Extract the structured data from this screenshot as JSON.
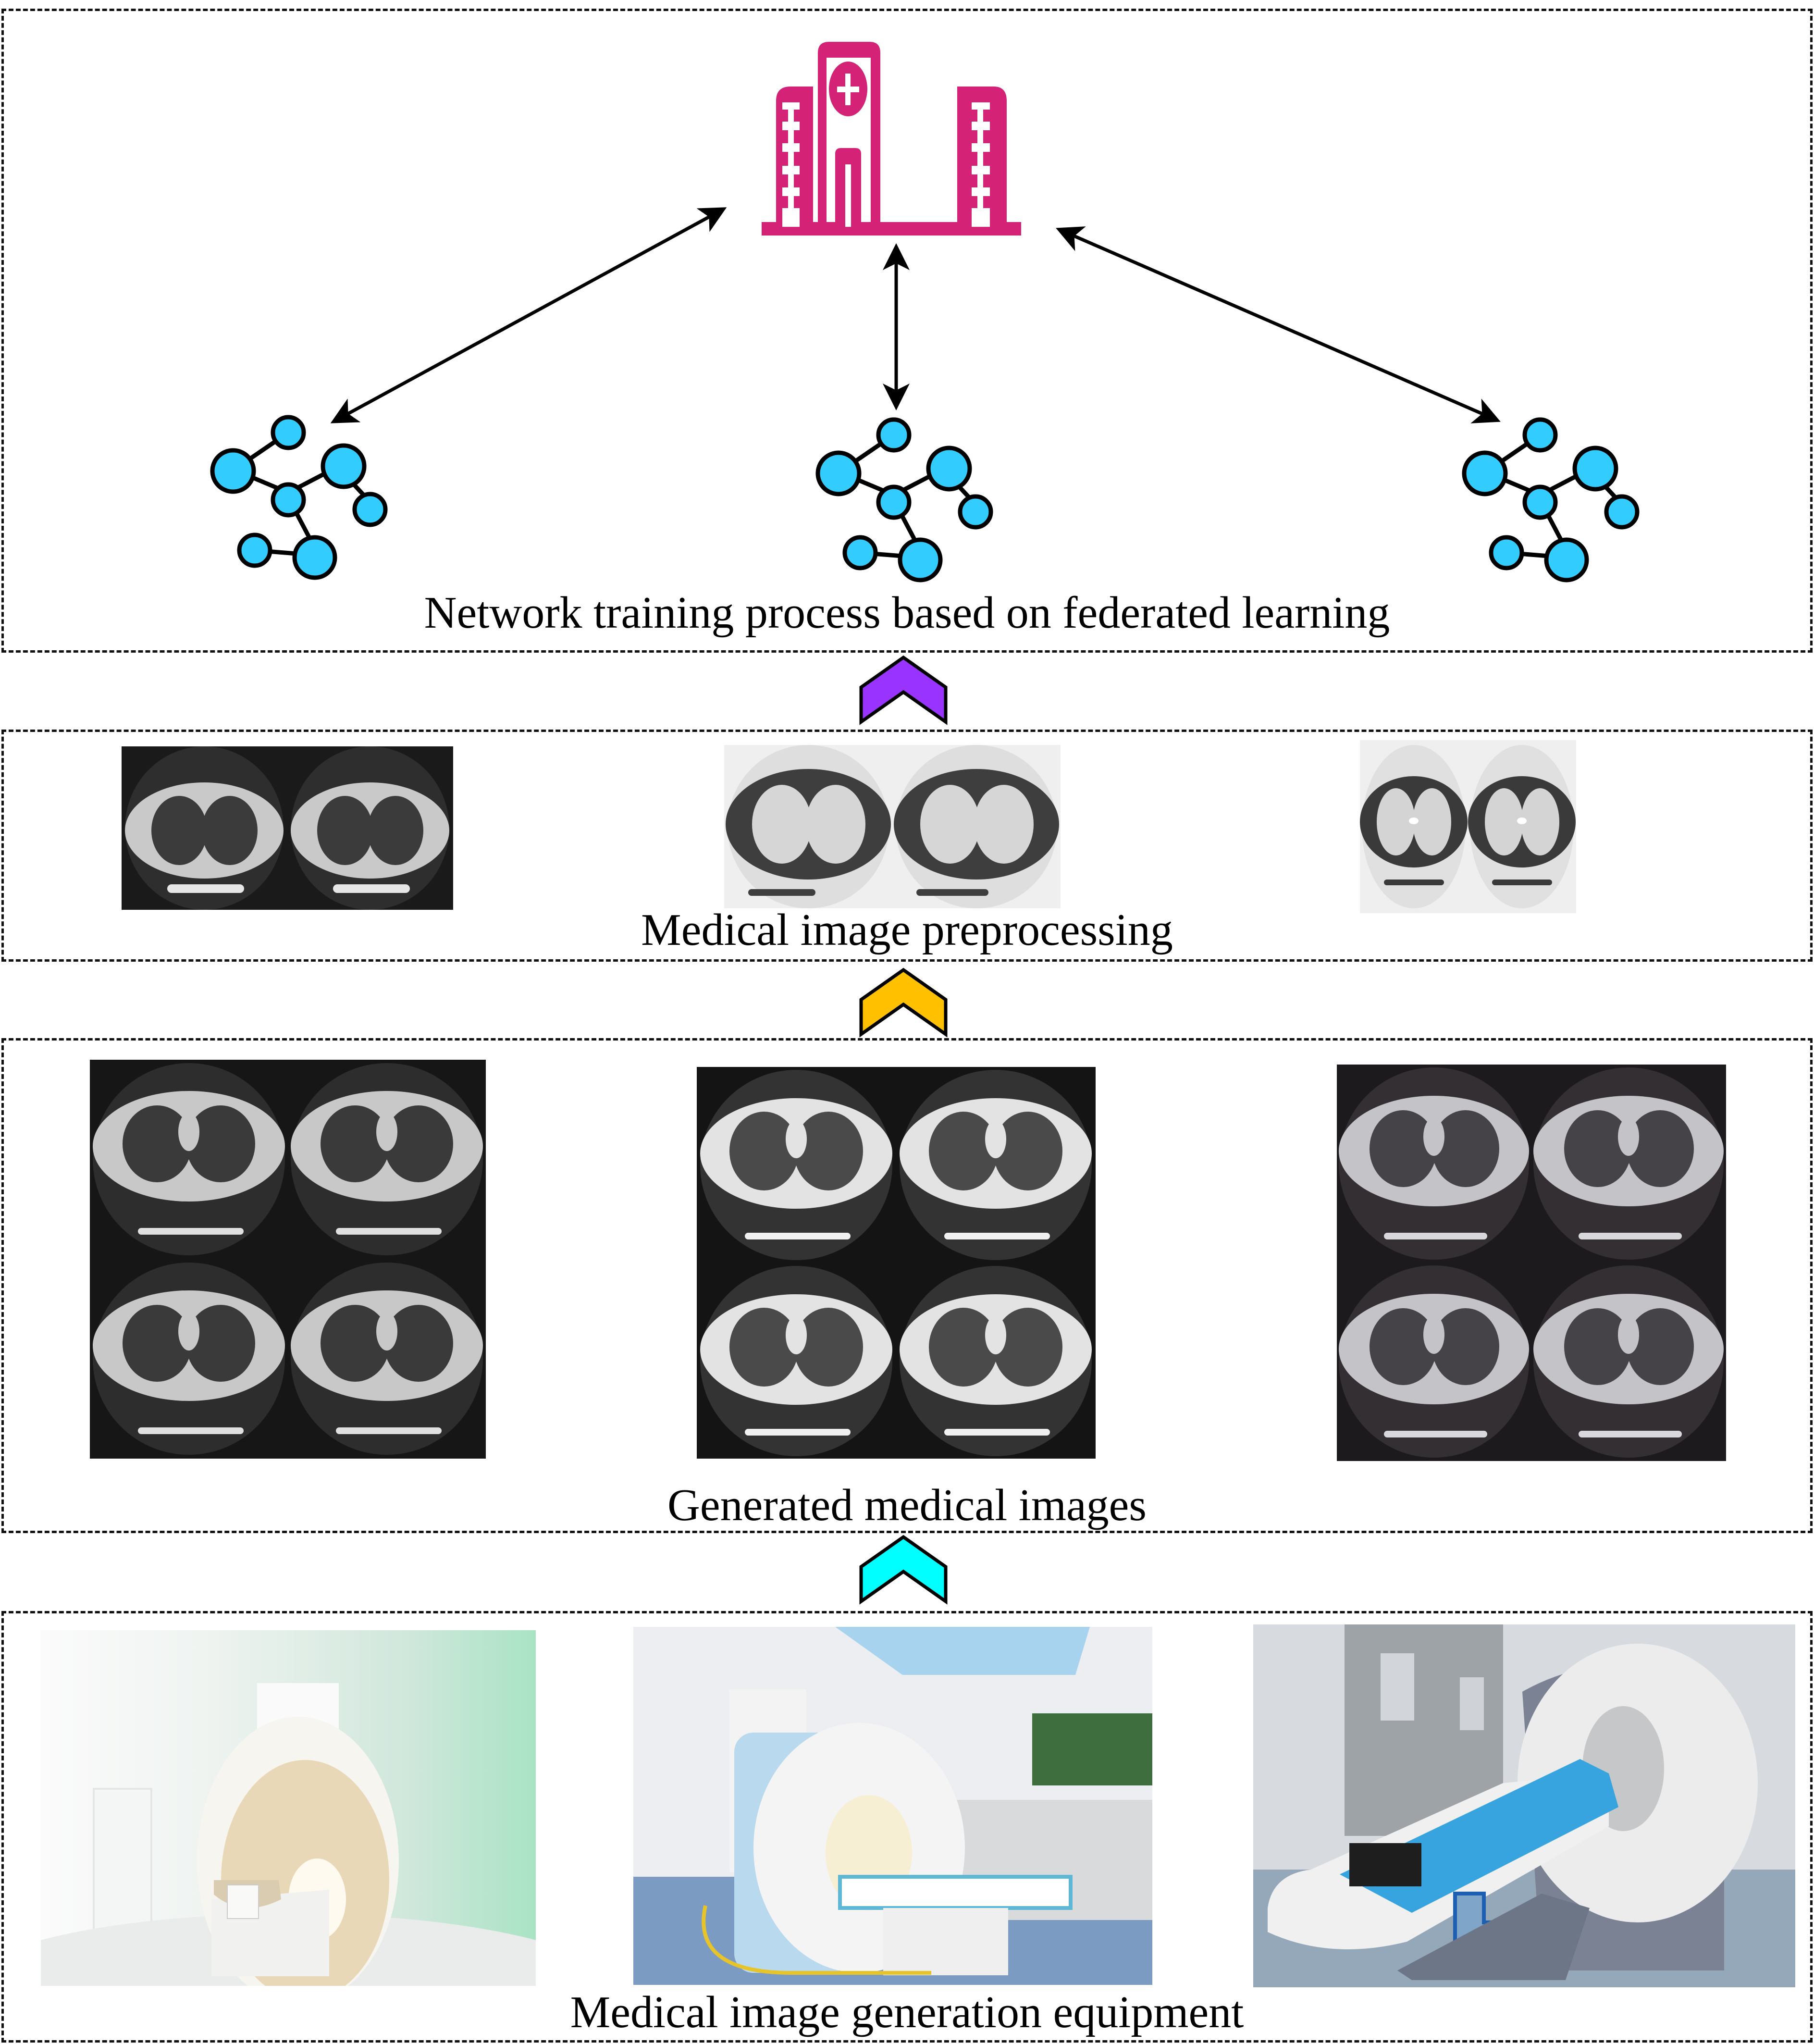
{
  "diagram": {
    "title": "Federated learning medical imaging pipeline",
    "stages": [
      {
        "id": "federated",
        "label": "Network training process based on federated learning",
        "server_icon": "hospital-icon",
        "clients": [
          {
            "icon": "network-graph-icon",
            "position": "left"
          },
          {
            "icon": "network-graph-icon",
            "position": "center"
          },
          {
            "icon": "network-graph-icon",
            "position": "right"
          }
        ],
        "links": "bidirectional arrows between hospital server and each client network"
      },
      {
        "id": "preprocessing",
        "label": "Medical image preprocessing",
        "images": [
          {
            "description": "Preprocessed chest CT slices (dark background)",
            "tone": "dark"
          },
          {
            "description": "Preprocessed chest CT slices (inverted)",
            "tone": "inverted"
          },
          {
            "description": "Preprocessed chest CT slices (inverted, high contrast)",
            "tone": "inverted"
          }
        ]
      },
      {
        "id": "generated",
        "label": "Generated medical images",
        "images": [
          {
            "description": "2x2 grid of chest CT scans",
            "tone": "standard"
          },
          {
            "description": "2x2 grid of chest CT scans",
            "tone": "bright"
          },
          {
            "description": "2x2 grid of chest CT scans",
            "tone": "muted"
          }
        ]
      },
      {
        "id": "equipment",
        "label": "Medical image generation equipment",
        "images": [
          {
            "description": "MRI scanner in green-lit room"
          },
          {
            "description": "MRI scanner room with sky ceiling panel"
          },
          {
            "description": "CT scanner with blue-covered patient table and steps"
          }
        ]
      }
    ],
    "flow_arrows": [
      {
        "from": "equipment",
        "to": "generated",
        "color": "#00FFFF"
      },
      {
        "from": "generated",
        "to": "preprocessing",
        "color": "#FFC000"
      },
      {
        "from": "preprocessing",
        "to": "federated",
        "color": "#9933FF"
      }
    ],
    "colors": {
      "hospital": "#D42276",
      "network_node": "#33CCFF",
      "border": "#111111"
    }
  }
}
